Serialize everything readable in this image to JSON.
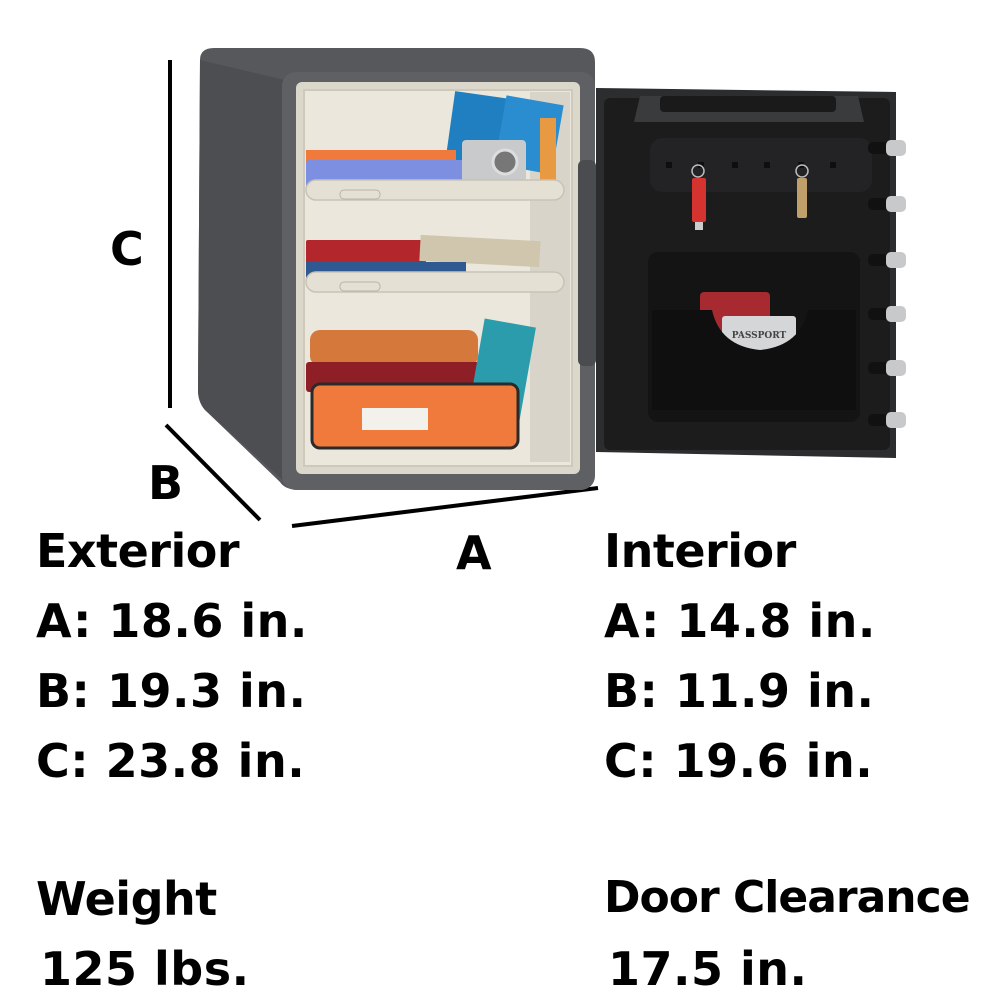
{
  "illustration": {
    "subject": "fire-waterproof safe with open door",
    "dimension_labels": {
      "a": "A",
      "b": "B",
      "c": "C"
    },
    "door_items": {
      "passport_label": "PASSPORT"
    },
    "colors": {
      "body": "#5b5d60",
      "body_dark": "#3f4144",
      "liner": "#e6e2d8",
      "door_inner": "#1c1c1d",
      "shelf": "#e4e0d4",
      "binder_blue": "#7d8fe0",
      "orange": "#f07a3c",
      "red": "#b3262c",
      "blue_folder": "#1f7fc0"
    }
  },
  "exterior": {
    "heading": "Exterior",
    "a": "A: 18.6 in.",
    "b": "B: 19.3 in.",
    "c": "C: 23.8 in."
  },
  "interior": {
    "heading": "Interior",
    "a": "A: 14.8 in.",
    "b": "B: 11.9 in.",
    "c": "C: 19.6 in."
  },
  "weight": {
    "heading": "Weight",
    "value": "125 lbs."
  },
  "door_clearance": {
    "heading": "Door Clearance",
    "value": "17.5 in."
  }
}
